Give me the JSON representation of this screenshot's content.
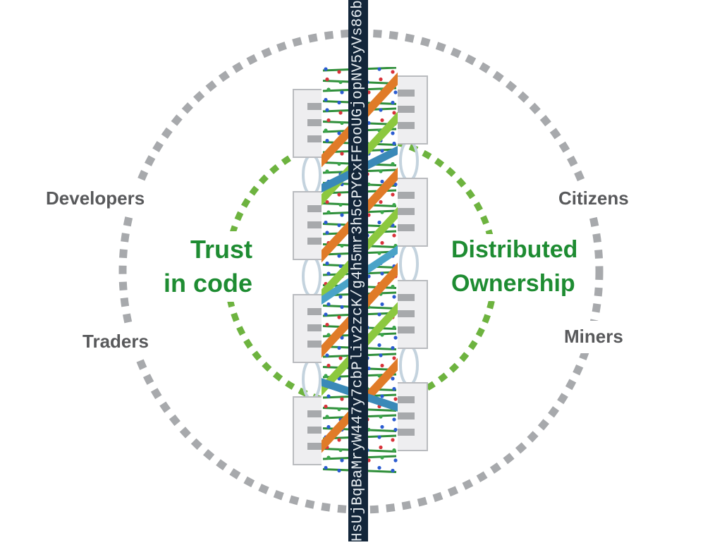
{
  "stakeholders": {
    "developers": "Developers",
    "citizens": "Citizens",
    "traders": "Traders",
    "miners": "Miners"
  },
  "principles": {
    "left_line1": "Trust",
    "left_line2": "in code",
    "right_line1": "Distributed",
    "right_line2": "Ownership"
  },
  "hash_text": "HsUjBqBaMryW447y7cbPliv2zcK/g4h5mr3h5cPYCxFFooUGjopNV5yVs86b",
  "colors": {
    "outer_ring": "#a7a9ac",
    "inner_ring": "#6db33f",
    "principle_text": "#1e8c32",
    "stakeholder_text": "#58595b",
    "hash_strip": "#13263a",
    "block": "#eeeef0",
    "block_line": "#a7a9ac"
  }
}
